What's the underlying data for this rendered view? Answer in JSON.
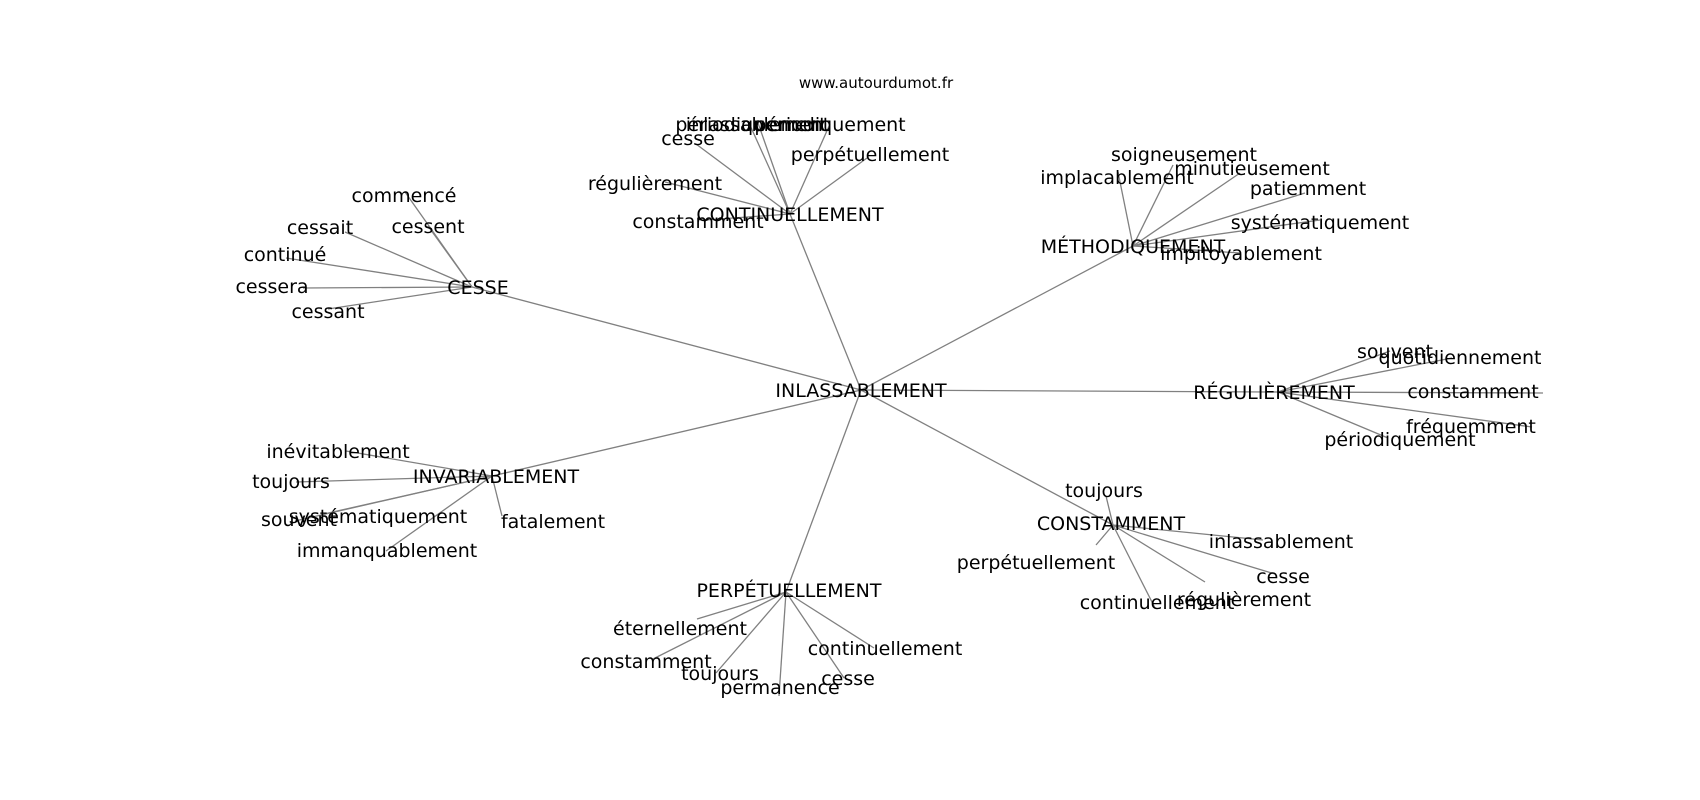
{
  "site_label": "www.autourdumot.fr",
  "center": {
    "word": "INLASSABLEMENT"
  },
  "clusters": [
    {
      "hub": "CONTINUELLEMENT",
      "words": [
        "inlassablement",
        "périodiquement",
        "perpétuellement",
        "cesse",
        "régulièrement",
        "constamment",
        "périodiquement"
      ]
    },
    {
      "hub": "MÉTHODIQUEMENT",
      "words": [
        "soigneusement",
        "implacablement",
        "minutieusement",
        "patiemment",
        "systématiquement",
        "impitoyablement"
      ]
    },
    {
      "hub": "CESSE",
      "words": [
        "commencé",
        "cessait",
        "cessent",
        "continué",
        "cessera",
        "cessant"
      ]
    },
    {
      "hub": "RÉGULIÈREMENT",
      "words": [
        "souvent",
        "quotidiennement",
        "constamment",
        "fréquemment",
        "périodiquement"
      ]
    },
    {
      "hub": "INVARIABLEMENT",
      "words": [
        "inévitablement",
        "toujours",
        "souvent",
        "systématiquement",
        "immanquablement",
        "fatalement"
      ]
    },
    {
      "hub": "CONSTAMMENT",
      "words": [
        "toujours",
        "inlassablement",
        "perpétuellement",
        "cesse",
        "continuellement",
        "régulièrement"
      ]
    },
    {
      "hub": "PERPÉTUELLEMENT",
      "words": [
        "éternellement",
        "constamment",
        "continuellement",
        "toujours",
        "cesse",
        "permanence"
      ]
    }
  ]
}
